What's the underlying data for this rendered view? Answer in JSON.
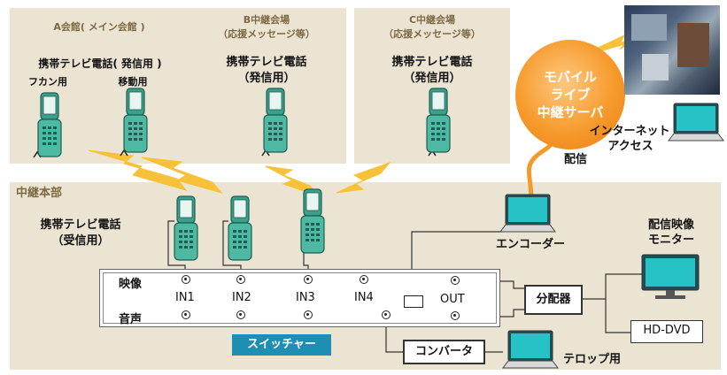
{
  "venue_a": {
    "title": "A会館( メイン会館 )",
    "phone_label": "携帯テレビ電話( 発信用 )",
    "sub1": "フカン用",
    "sub2": "移動用"
  },
  "venue_b": {
    "title1": "B中継会場",
    "title2": "（応援メッセージ等）",
    "phone1": "携帯テレビ電話",
    "phone2": "（発信用）"
  },
  "venue_c": {
    "title1": "C中継会場",
    "title2": "（応援メッセージ等）",
    "phone1": "携帯テレビ電話",
    "phone2": "（発信用）"
  },
  "server": {
    "line1": "モバイル",
    "line2": "ライブ",
    "line3": "中継サーバ"
  },
  "internet": {
    "line1": "インターネット",
    "line2": "アクセス"
  },
  "delivery_label": "配信",
  "hq": {
    "title": "中継本部",
    "phone1": "携帯テレビ電話",
    "phone2": "（受信用）"
  },
  "switcher": {
    "video": "映像",
    "audio": "音声",
    "inputs": [
      "IN1",
      "IN2",
      "IN3",
      "IN4"
    ],
    "out": "OUT",
    "name": "スイッチャー"
  },
  "encoder_label": "エンコーダー",
  "monitor": {
    "line1": "配信映像",
    "line2": "モニター"
  },
  "distributor": "分配器",
  "hd_dvd": "HD-DVD",
  "converter": "コンバータ",
  "telop": "テロップ用",
  "colors": {
    "panel": "#ece4d2",
    "switcher_label": "#1e8fb2",
    "server": "#f69a2c",
    "hq_title": "#7c6a43",
    "phone": "#4db9a3",
    "bolt": "#f7c23a"
  }
}
